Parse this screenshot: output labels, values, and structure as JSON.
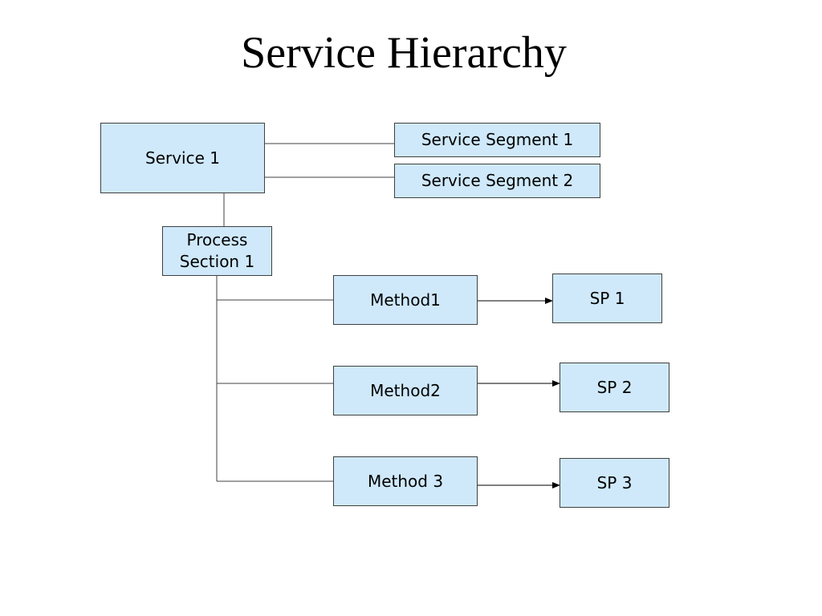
{
  "slide": {
    "title": "Service Hierarchy"
  },
  "diagram": {
    "fill_color": "#cfe9fb",
    "border_color": "#404040",
    "nodes": {
      "service": "Service 1",
      "segment_1": "Service Segment 1",
      "segment_2": "Service Segment 2",
      "process_section": "Process\nSection 1",
      "method_1": "Method1",
      "method_2": "Method2",
      "method_3": "Method 3",
      "sp_1": "SP 1",
      "sp_2": "SP 2",
      "sp_3": "SP 3"
    },
    "edges": [
      {
        "from": "Service 1",
        "to": "Service Segment 1",
        "style": "line"
      },
      {
        "from": "Service 1",
        "to": "Service Segment 2",
        "style": "line"
      },
      {
        "from": "Service 1",
        "to": "Process Section 1",
        "style": "line"
      },
      {
        "from": "Process Section 1",
        "to": "Method1",
        "style": "line"
      },
      {
        "from": "Process Section 1",
        "to": "Method2",
        "style": "line"
      },
      {
        "from": "Process Section 1",
        "to": "Method 3",
        "style": "line"
      },
      {
        "from": "Method1",
        "to": "SP 1",
        "style": "arrow"
      },
      {
        "from": "Method2",
        "to": "SP 2",
        "style": "arrow"
      },
      {
        "from": "Method 3",
        "to": "SP 3",
        "style": "arrow"
      }
    ]
  }
}
